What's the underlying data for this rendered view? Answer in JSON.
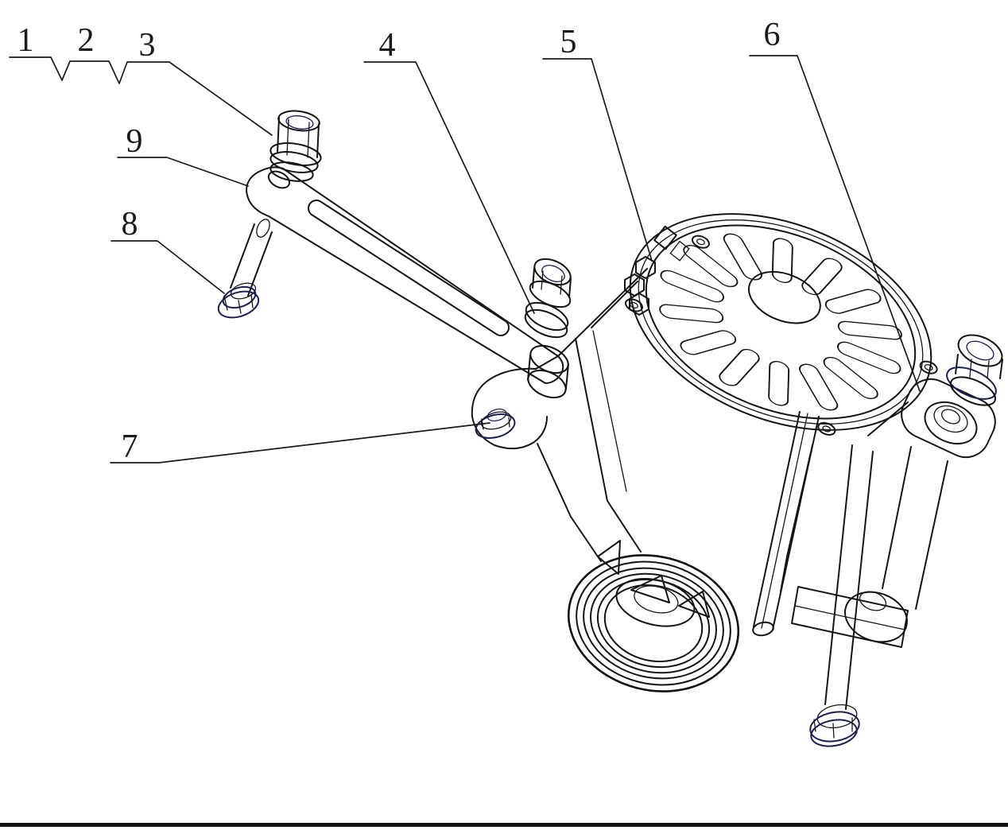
{
  "figure": {
    "callouts": [
      {
        "label": "1"
      },
      {
        "label": "2"
      },
      {
        "label": "3"
      },
      {
        "label": "4"
      },
      {
        "label": "5"
      },
      {
        "label": "6"
      },
      {
        "label": "7"
      },
      {
        "label": "8"
      },
      {
        "label": "9"
      }
    ],
    "colors": {
      "background": "#ffffff",
      "line": "#141414",
      "fastener_accent": "#1d1d55",
      "label_text": "#1a1a1a",
      "frame_line": "#111111"
    }
  }
}
